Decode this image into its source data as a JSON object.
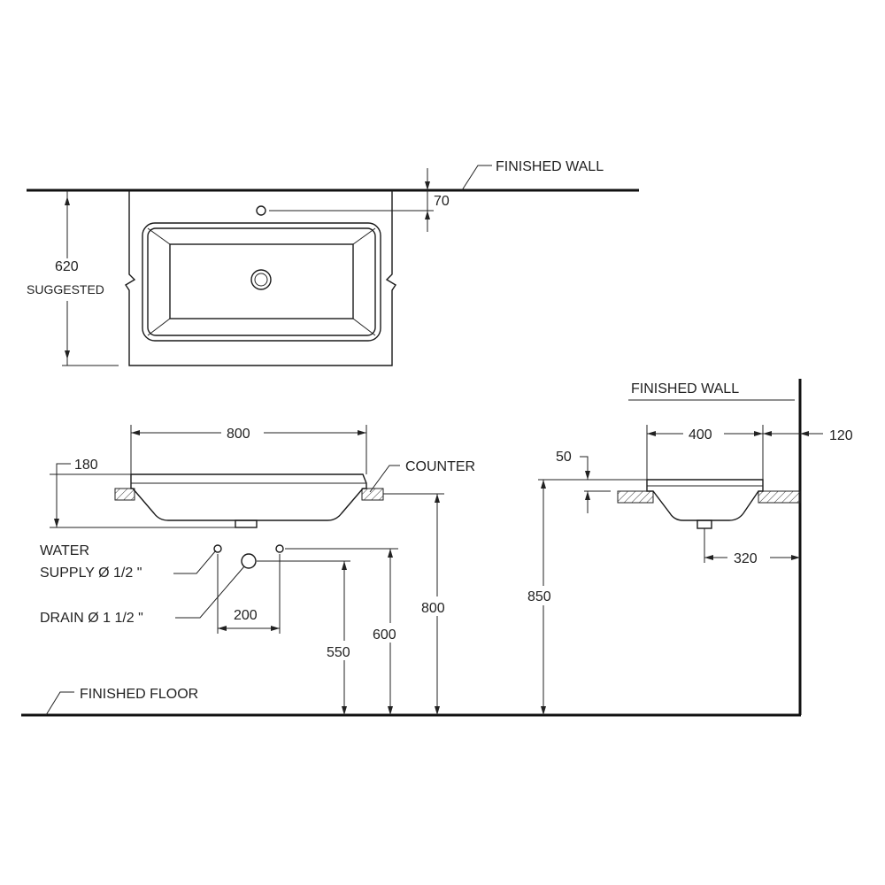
{
  "labels": {
    "finished_wall_top": "FINISHED  WALL",
    "finished_wall_right": "FINISHED  WALL",
    "finished_floor": "FINISHED  FLOOR",
    "counter": "COUNTER",
    "water_supply_line1": "WATER",
    "water_supply_line2": "SUPPLY Ø 1/2 \"",
    "drain": "DRAIN Ø 1 1/2 \"",
    "suggested": "SUGGESTED"
  },
  "dimensions": {
    "d70": "70",
    "d620": "620",
    "d800_width": "800",
    "d180": "180",
    "d200": "200",
    "d550": "550",
    "d600": "600",
    "d800_height": "800",
    "d850": "850",
    "d50": "50",
    "d400": "400",
    "d120": "120",
    "d320": "320"
  }
}
